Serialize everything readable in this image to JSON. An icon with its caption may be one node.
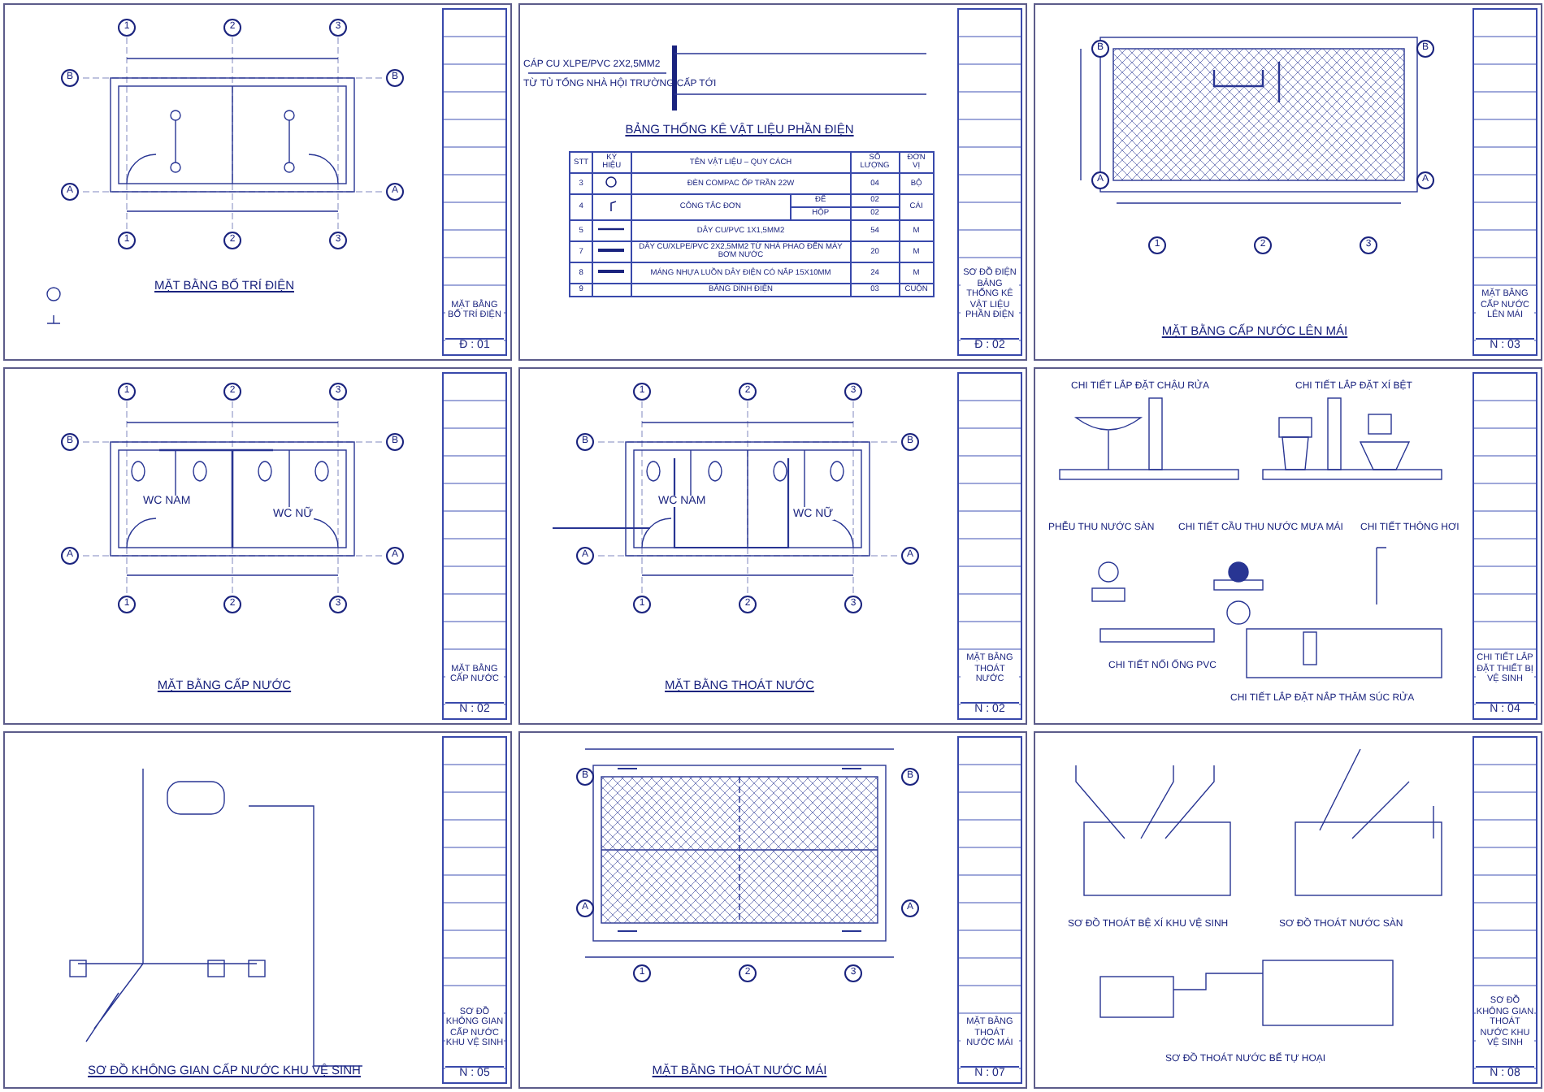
{
  "diagram": {
    "nodes": [
      {
        "text": [
          "MẶT BẰNG BỐ TRÍ ĐIỆN"
        ]
      },
      {
        "text": [
          "MẶT BẰNG BỐ TRÍ ĐIỆN",
          "Đ : 01"
        ],
        "in": 0
      },
      {
        "text": [
          "BẢNG THỐNG KÊ VẬT LIỆU PHẦN ĐIỆN"
        ]
      },
      {
        "text": [
          "SƠ ĐỒ ĐIỆN BẢNG THỐNG KÊ VẬT LIỆU PHẦN ĐIỆN",
          "Đ : 02"
        ],
        "in": 2
      },
      {
        "text": [
          "MẶT BẰNG CẤP NƯỚC LÊN MÁI"
        ]
      },
      {
        "text": [
          "MẶT BẰNG CẤP NƯỚC LÊN MÁI",
          "N : 03"
        ],
        "in": 4
      },
      {
        "text": [
          "MẶT BẰNG CẤP NƯỚC"
        ]
      },
      {
        "text": [
          "MẶT BẰNG CẤP NƯỚC",
          "N : 02"
        ],
        "in": 6
      },
      {
        "text": [
          "WC NAM"
        ],
        "in": 6
      },
      {
        "text": [
          "WC NỮ"
        ],
        "in": 6
      },
      {
        "text": [
          "MẶT BẰNG THOÁT NƯỚC"
        ]
      },
      {
        "text": [
          "MẶT BẰNG THOÁT NƯỚC",
          "N : 02"
        ],
        "in": 10
      },
      {
        "text": [
          "WC NAM"
        ],
        "in": 10
      },
      {
        "text": [
          "WC NỮ"
        ],
        "in": 10
      },
      {
        "text": [],
        "shape": "box"
      },
      {
        "text": [
          "CHI TIẾT LẮP ĐẶT THIẾT BỊ VỆ SINH",
          "N : 04"
        ],
        "in": 14
      },
      {
        "text": [
          "SƠ ĐỒ KHÔNG GIAN CẤP NƯỚC KHU VỆ SINH"
        ]
      },
      {
        "text": [
          "SƠ ĐỒ KHÔNG GIAN CẤP NƯỚC KHU VỆ SINH",
          "N : 05"
        ],
        "in": 16
      },
      {
        "text": [
          "MẶT BẰNG THOÁT NƯỚC MÁI"
        ]
      },
      {
        "text": [
          "MẶT BẰNG THOÁT NƯỚC MÁI",
          "N : 07"
        ],
        "in": 18
      },
      {
        "text": [],
        "shape": "box"
      },
      {
        "text": [
          "SƠ ĐỒ KHÔNG GIAN THOÁT NƯỚC KHU VỆ SINH",
          "N : 08"
        ],
        "in": 20
      }
    ],
    "edges": [],
    "labels": [
      "STT",
      "KÝ HIỆU",
      "TÊN VẬT LIỆU – QUY CÁCH",
      "SỐ LƯỢNG",
      "ĐƠN VỊ",
      "3",
      "ĐÈN COMPAC ỐP TRẦN 22W",
      "04",
      "BỘ",
      "4",
      "CÔNG TẮC ĐƠN",
      "ĐẾ",
      "02",
      "HỘP",
      "02",
      "CÁI",
      "5",
      "DÂY CU/PVC 1X1,5MM2",
      "54",
      "M",
      "7",
      "DÂY CU/XLPE/PVC 2X2,5MM2 TỪ NHÀ PHAO ĐẾN MÁY BƠM NƯỚC",
      "20",
      "M",
      "8",
      "MÁNG NHỰA LUỒN DÂY ĐIỆN CÓ NẮP 15X10MM",
      "24",
      "M",
      "9",
      "BĂNG DÍNH ĐIỆN",
      "03",
      "CUỘN",
      "CÁP CU XLPE/PVC 2X2,5MM2",
      "TỪ TỦ TỔNG NHÀ HỘI TRƯỜNG CẤP TỚI",
      "CHI TIẾT LẮP ĐẶT CHẬU RỬA",
      "CHI TIẾT LẮP ĐẶT XÍ BỆT",
      "PHỄU THU NƯỚC SÀN",
      "CHI TIẾT CẦU THU NƯỚC MƯA MÁI",
      "CHI TIẾT THÔNG HƠI",
      "CHI TIẾT NỐI ỐNG PVC",
      "CHI TIẾT LẮP ĐẶT NẮP THĂM SÚC RỬA",
      "SƠ ĐỒ THOÁT BỆ XÍ KHU VỆ SINH",
      "SƠ ĐỒ THOÁT NƯỚC SÀN",
      "SƠ ĐỒ THOÁT NƯỚC BỂ TỰ HOẠI",
      "1",
      "2",
      "3",
      "B",
      "B",
      "A",
      "A",
      "1",
      "2",
      "3",
      "B",
      "B",
      "A",
      "A",
      "1",
      "2",
      "3",
      "1",
      "2",
      "3",
      "B",
      "B",
      "A",
      "A",
      "1",
      "2",
      "3",
      "1",
      "2",
      "3",
      "B",
      "B",
      "A",
      "A",
      "1",
      "2",
      "3",
      "B",
      "B",
      "A",
      "A",
      "1",
      "2",
      "3"
    ]
  }
}
